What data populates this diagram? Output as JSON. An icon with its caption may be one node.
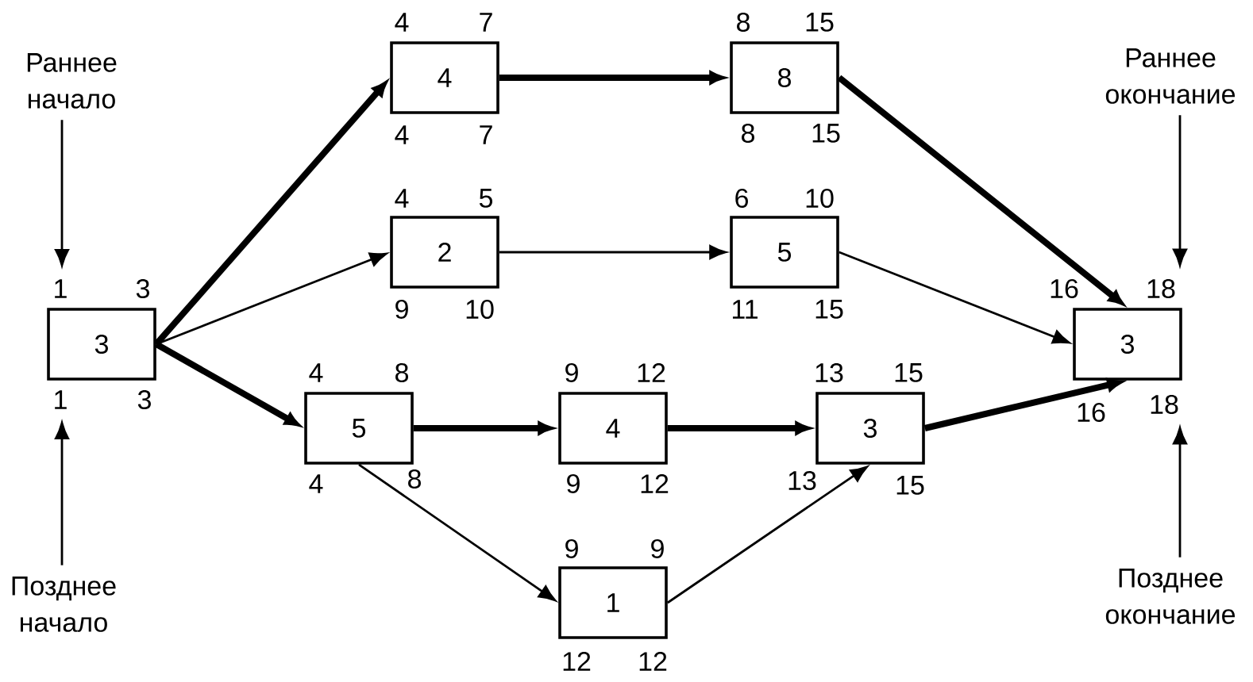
{
  "diagram": {
    "nodes": [
      {
        "text": [
          "Раннее начало"
        ]
      },
      {
        "text": [
          "3"
        ],
        "beside": [
          "1",
          "3",
          "1",
          "3"
        ]
      },
      {
        "text": [
          "Позднее начало"
        ]
      },
      {
        "text": [
          "4"
        ],
        "beside": [
          "4",
          "7",
          "4",
          "7"
        ]
      },
      {
        "text": [
          "2"
        ],
        "beside": [
          "4",
          "5",
          "9",
          "10"
        ]
      },
      {
        "text": [
          "5"
        ],
        "beside": [
          "4",
          "8",
          "4",
          "8"
        ]
      },
      {
        "text": [
          "4"
        ],
        "beside": [
          "9",
          "12",
          "9",
          "12"
        ]
      },
      {
        "text": [
          "1"
        ],
        "beside": [
          "9",
          "9",
          "12",
          "12"
        ]
      },
      {
        "text": [
          "8"
        ],
        "beside": [
          "8",
          "15",
          "8",
          "15"
        ]
      },
      {
        "text": [
          "5"
        ],
        "beside": [
          "6",
          "10",
          "11",
          "15"
        ]
      },
      {
        "text": [
          "3"
        ],
        "beside": [
          "13",
          "15",
          "13",
          "15"
        ]
      },
      {
        "text": [
          "Раннее окончание"
        ]
      },
      {
        "text": [
          "3"
        ],
        "beside": [
          "16",
          "18",
          "16",
          "18"
        ]
      },
      {
        "text": [
          "Позднее окончание"
        ]
      }
    ],
    "edges": [
      {
        "from": 0,
        "to": 1,
        "arrow": "to"
      },
      {
        "from": 2,
        "to": 1,
        "arrow": "to"
      },
      {
        "from": 1,
        "to": 3,
        "arrow": "to",
        "style": "thick"
      },
      {
        "from": 1,
        "to": 4,
        "arrow": "to"
      },
      {
        "from": 1,
        "to": 5,
        "arrow": "to",
        "style": "thick"
      },
      {
        "from": 3,
        "to": 8,
        "arrow": "to",
        "style": "thick"
      },
      {
        "from": 4,
        "to": 9,
        "arrow": "to"
      },
      {
        "from": 5,
        "to": 6,
        "arrow": "to",
        "style": "thick"
      },
      {
        "from": 5,
        "to": 7,
        "arrow": "to"
      },
      {
        "from": 6,
        "to": 10,
        "arrow": "to",
        "style": "thick"
      },
      {
        "from": 7,
        "to": 10,
        "arrow": "to"
      },
      {
        "from": 8,
        "to": 12,
        "arrow": "to",
        "style": "thick"
      },
      {
        "from": 9,
        "to": 12,
        "arrow": "to"
      },
      {
        "from": 10,
        "to": 12,
        "arrow": "to",
        "style": "thick"
      },
      {
        "from": 11,
        "to": 12,
        "arrow": "to"
      },
      {
        "from": 13,
        "to": 12,
        "arrow": "to"
      }
    ]
  }
}
